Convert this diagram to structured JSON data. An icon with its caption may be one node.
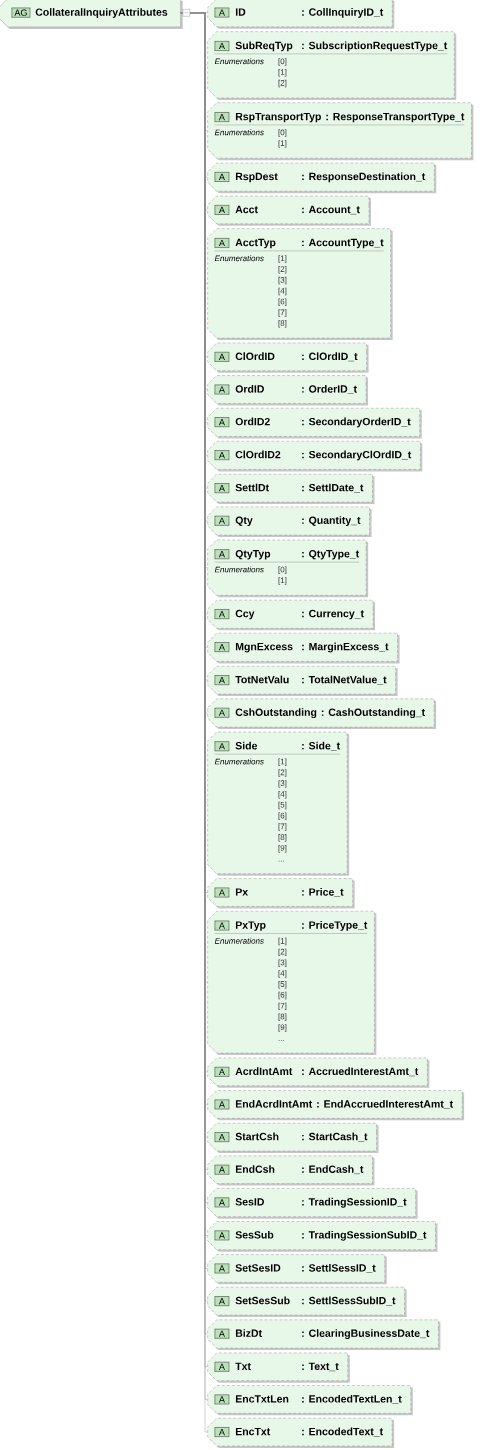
{
  "diagram": {
    "nodes": [
      {
        "text": [
          "AG",
          "CollateralInquiryAttributes"
        ]
      },
      {
        "text": [
          "A",
          "ID",
          ": CollInquiryID_t"
        ]
      },
      {
        "text": [
          "A",
          "SubReqTyp",
          ": SubscriptionRequestType_t",
          "Enumerations",
          "[0]",
          "[1]",
          "[2]"
        ]
      },
      {
        "text": [
          "A",
          "RspTransportTyp",
          ": ResponseTransportType_t",
          "Enumerations",
          "[0]",
          "[1]"
        ]
      },
      {
        "text": [
          "A",
          "RspDest",
          ": ResponseDestination_t"
        ]
      },
      {
        "text": [
          "A",
          "Acct",
          ": Account_t"
        ]
      },
      {
        "text": [
          "A",
          "AcctTyp",
          ": AccountType_t",
          "Enumerations",
          "[1]",
          "[2]",
          "[3]",
          "[4]",
          "[6]",
          "[7]",
          "[8]"
        ]
      },
      {
        "text": [
          "A",
          "ClOrdID",
          ": ClOrdID_t"
        ]
      },
      {
        "text": [
          "A",
          "OrdID",
          ": OrderID_t"
        ]
      },
      {
        "text": [
          "A",
          "OrdID2",
          ": SecondaryOrderID_t"
        ]
      },
      {
        "text": [
          "A",
          "ClOrdID2",
          ": SecondaryClOrdID_t"
        ]
      },
      {
        "text": [
          "A",
          "SettlDt",
          ": SettlDate_t"
        ]
      },
      {
        "text": [
          "A",
          "Qty",
          ": Quantity_t"
        ]
      },
      {
        "text": [
          "A",
          "QtyTyp",
          ": QtyType_t",
          "Enumerations",
          "[0]",
          "[1]"
        ]
      },
      {
        "text": [
          "A",
          "Ccy",
          ": Currency_t"
        ]
      },
      {
        "text": [
          "A",
          "MgnExcess",
          ": MarginExcess_t"
        ]
      },
      {
        "text": [
          "A",
          "TotNetValu",
          ": TotalNetValue_t"
        ]
      },
      {
        "text": [
          "A",
          "CshOutstanding",
          ": CashOutstanding_t"
        ]
      },
      {
        "text": [
          "A",
          "Side",
          ": Side_t",
          "Enumerations",
          "[1]",
          "[2]",
          "[3]",
          "[4]",
          "[5]",
          "[6]",
          "[7]",
          "[8]",
          "[9]",
          "..."
        ]
      },
      {
        "text": [
          "A",
          "Px",
          ": Price_t"
        ]
      },
      {
        "text": [
          "A",
          "PxTyp",
          ": PriceType_t",
          "Enumerations",
          "[1]",
          "[2]",
          "[3]",
          "[4]",
          "[5]",
          "[6]",
          "[7]",
          "[8]",
          "[9]",
          "..."
        ]
      },
      {
        "text": [
          "A",
          "AcrdIntAmt",
          ": AccruedInterestAmt_t"
        ]
      },
      {
        "text": [
          "A",
          "EndAcrdIntAmt",
          ": EndAccruedInterestAmt_t"
        ]
      },
      {
        "text": [
          "A",
          "StartCsh",
          ": StartCash_t"
        ]
      },
      {
        "text": [
          "A",
          "EndCsh",
          ": EndCash_t"
        ]
      },
      {
        "text": [
          "A",
          "SesID",
          ": TradingSessionID_t"
        ]
      },
      {
        "text": [
          "A",
          "SesSub",
          ": TradingSessionSubID_t"
        ]
      },
      {
        "text": [
          "A",
          "SetSesID",
          ": SettlSessID_t"
        ]
      },
      {
        "text": [
          "A",
          "SetSesSub",
          ": SettlSessSubID_t"
        ]
      },
      {
        "text": [
          "A",
          "BizDt",
          ": ClearingBusinessDate_t"
        ]
      },
      {
        "text": [
          "A",
          "Txt",
          ": Text_t"
        ]
      },
      {
        "text": [
          "A",
          "EncTxtLen",
          ": EncodedTextLen_t"
        ]
      },
      {
        "text": [
          "A",
          "EncTxt",
          ": EncodedText_t"
        ]
      }
    ],
    "edges": [
      {
        "from": 0,
        "to": 1,
        "arrow": "none"
      },
      {
        "from": 0,
        "to": 2,
        "arrow": "none"
      },
      {
        "from": 0,
        "to": 3,
        "arrow": "none"
      },
      {
        "from": 0,
        "to": 4,
        "arrow": "none"
      },
      {
        "from": 0,
        "to": 5,
        "arrow": "none"
      },
      {
        "from": 0,
        "to": 6,
        "arrow": "none"
      },
      {
        "from": 0,
        "to": 7,
        "arrow": "none"
      },
      {
        "from": 0,
        "to": 8,
        "arrow": "none"
      },
      {
        "from": 0,
        "to": 9,
        "arrow": "none"
      },
      {
        "from": 0,
        "to": 10,
        "arrow": "none"
      },
      {
        "from": 0,
        "to": 11,
        "arrow": "none"
      },
      {
        "from": 0,
        "to": 12,
        "arrow": "none"
      },
      {
        "from": 0,
        "to": 13,
        "arrow": "none"
      },
      {
        "from": 0,
        "to": 14,
        "arrow": "none"
      },
      {
        "from": 0,
        "to": 15,
        "arrow": "none"
      },
      {
        "from": 0,
        "to": 16,
        "arrow": "none"
      },
      {
        "from": 0,
        "to": 17,
        "arrow": "none"
      },
      {
        "from": 0,
        "to": 18,
        "arrow": "none"
      },
      {
        "from": 0,
        "to": 19,
        "arrow": "none"
      },
      {
        "from": 0,
        "to": 20,
        "arrow": "none"
      },
      {
        "from": 0,
        "to": 21,
        "arrow": "none"
      },
      {
        "from": 0,
        "to": 22,
        "arrow": "none"
      },
      {
        "from": 0,
        "to": 23,
        "arrow": "none"
      },
      {
        "from": 0,
        "to": 24,
        "arrow": "none"
      },
      {
        "from": 0,
        "to": 25,
        "arrow": "none"
      },
      {
        "from": 0,
        "to": 26,
        "arrow": "none"
      },
      {
        "from": 0,
        "to": 27,
        "arrow": "none"
      },
      {
        "from": 0,
        "to": 28,
        "arrow": "none"
      },
      {
        "from": 0,
        "to": 29,
        "arrow": "none"
      },
      {
        "from": 0,
        "to": 30,
        "arrow": "none"
      },
      {
        "from": 0,
        "to": 31,
        "arrow": "none"
      },
      {
        "from": 0,
        "to": 32,
        "arrow": "none"
      }
    ]
  }
}
